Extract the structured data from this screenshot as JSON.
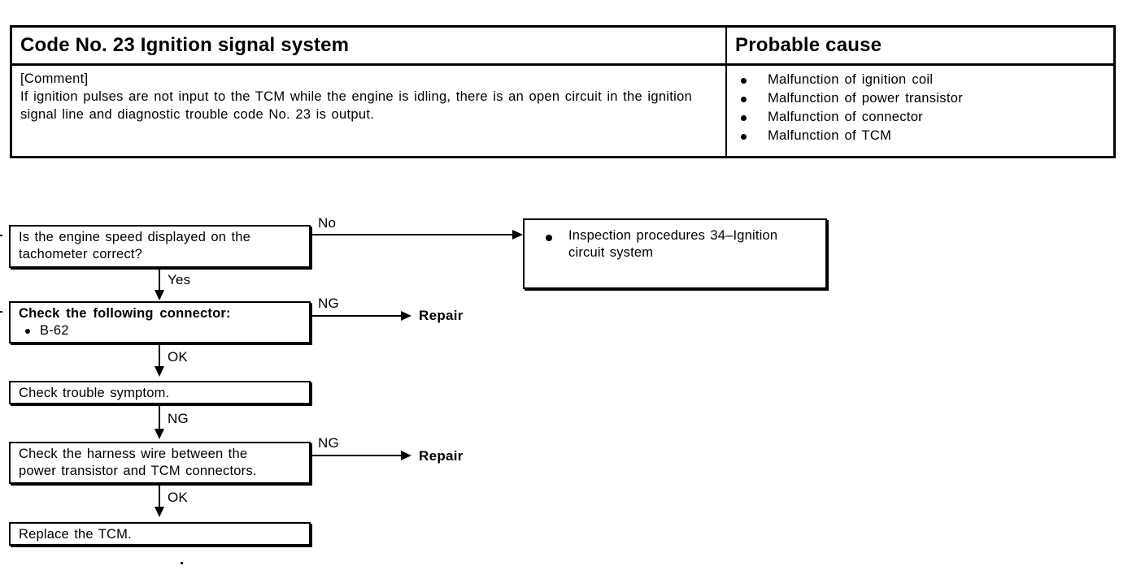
{
  "table": {
    "header": {
      "code_title": "Code No. 23 Ignition signal system",
      "cause_title": "Probable cause"
    },
    "comment": {
      "label": "[Comment]",
      "text": "If ignition pulses are not input to the TCM while the engine is idling, there is an open circuit in the ignition signal line and diagnostic trouble code No. 23 is output."
    },
    "probable_causes": [
      "Malfunction of ignition coil",
      "Malfunction of power transistor",
      "Malfunction of connector",
      "Malfunction of TCM"
    ]
  },
  "flowchart": {
    "nodes": {
      "tachometer_check": {
        "line1": "Is the engine speed displayed on the",
        "line2": "tachometer correct?"
      },
      "inspection_procedures": {
        "line1": "Inspection procedures 34–Ignition",
        "line2": "circuit  system"
      },
      "connector_check": {
        "line1": "Check the following connector:",
        "line2": "B-62"
      },
      "trouble_symptom": {
        "line1": "Check trouble symptom."
      },
      "harness_check": {
        "line1": "Check the harness wire between the",
        "line2": "power transistor and TCM connectors."
      },
      "replace_tcm": {
        "line1": "Replace the TCM."
      }
    },
    "edges": {
      "no_1": "No",
      "yes_1": "Yes",
      "ng_1": "NG",
      "ok_1": "OK",
      "ng_2": "NG",
      "ng_3": "NG",
      "ok_2": "OK"
    },
    "terminals": {
      "repair_1": "Repair",
      "repair_2": "Repair"
    }
  },
  "colors": {
    "ink": "#000000",
    "paper": "#ffffff"
  }
}
